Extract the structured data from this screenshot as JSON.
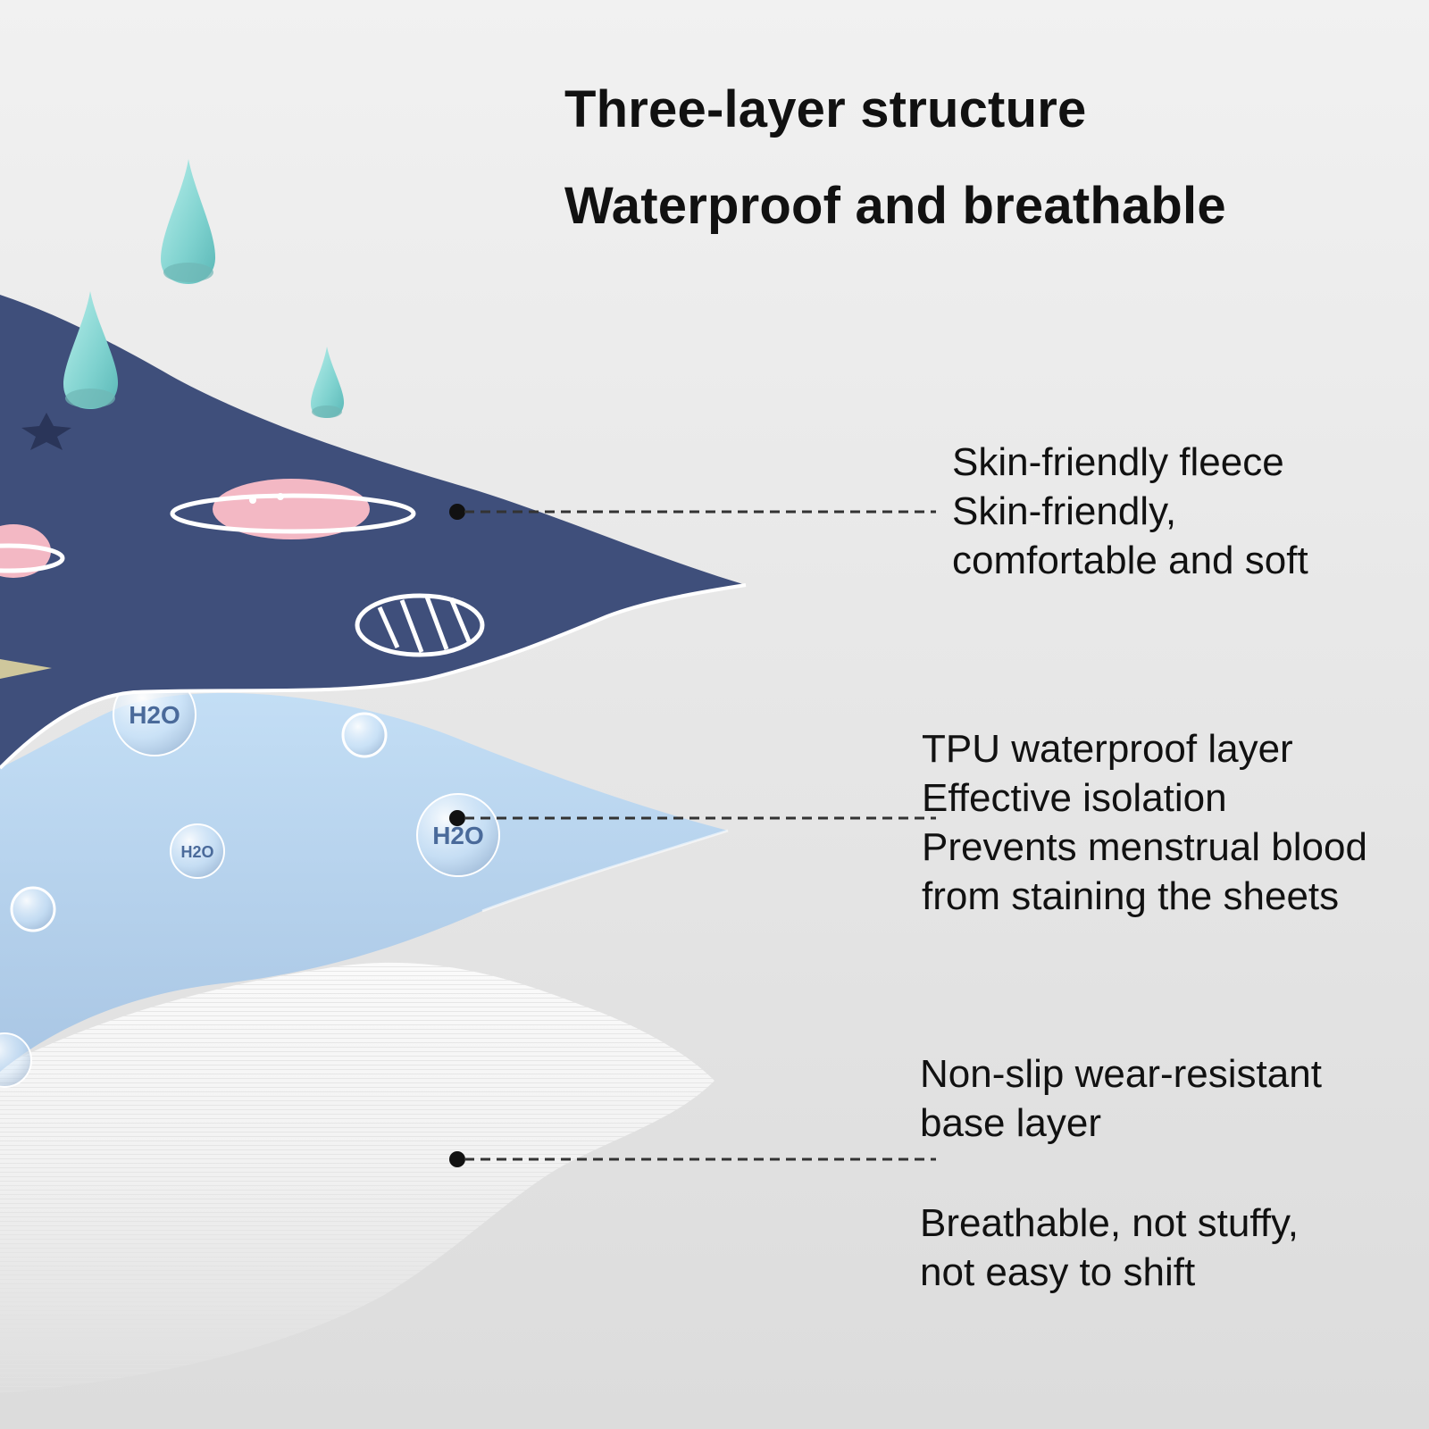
{
  "headings": {
    "line1": "Three-layer structure",
    "line2": "Waterproof and breathable"
  },
  "layers": [
    {
      "lines": [
        "Skin-friendly fleece",
        "Skin-friendly,",
        "comfortable and soft"
      ]
    },
    {
      "lines": [
        "TPU waterproof layer",
        "Effective isolation",
        "Prevents menstrual blood",
        "from staining the sheets"
      ]
    },
    {
      "lines": [
        "Non-slip wear-resistant",
        "base layer"
      ],
      "sub_lines": [
        "Breathable, not stuffy,",
        "not easy to shift"
      ]
    }
  ],
  "illustration": {
    "bubble_label": "H2O",
    "icons": [
      "water-drop-icon",
      "star-icon",
      "planet-icon",
      "h2o-bubble-icon"
    ]
  },
  "colors": {
    "background": "#ececec",
    "top_layer": "#3f4f7b",
    "middle_layer": "#b6d3ef",
    "base_layer": "#f8f8f8",
    "drop": "#8fdcd8",
    "planet": "#f3b8c4",
    "text": "#111111"
  }
}
